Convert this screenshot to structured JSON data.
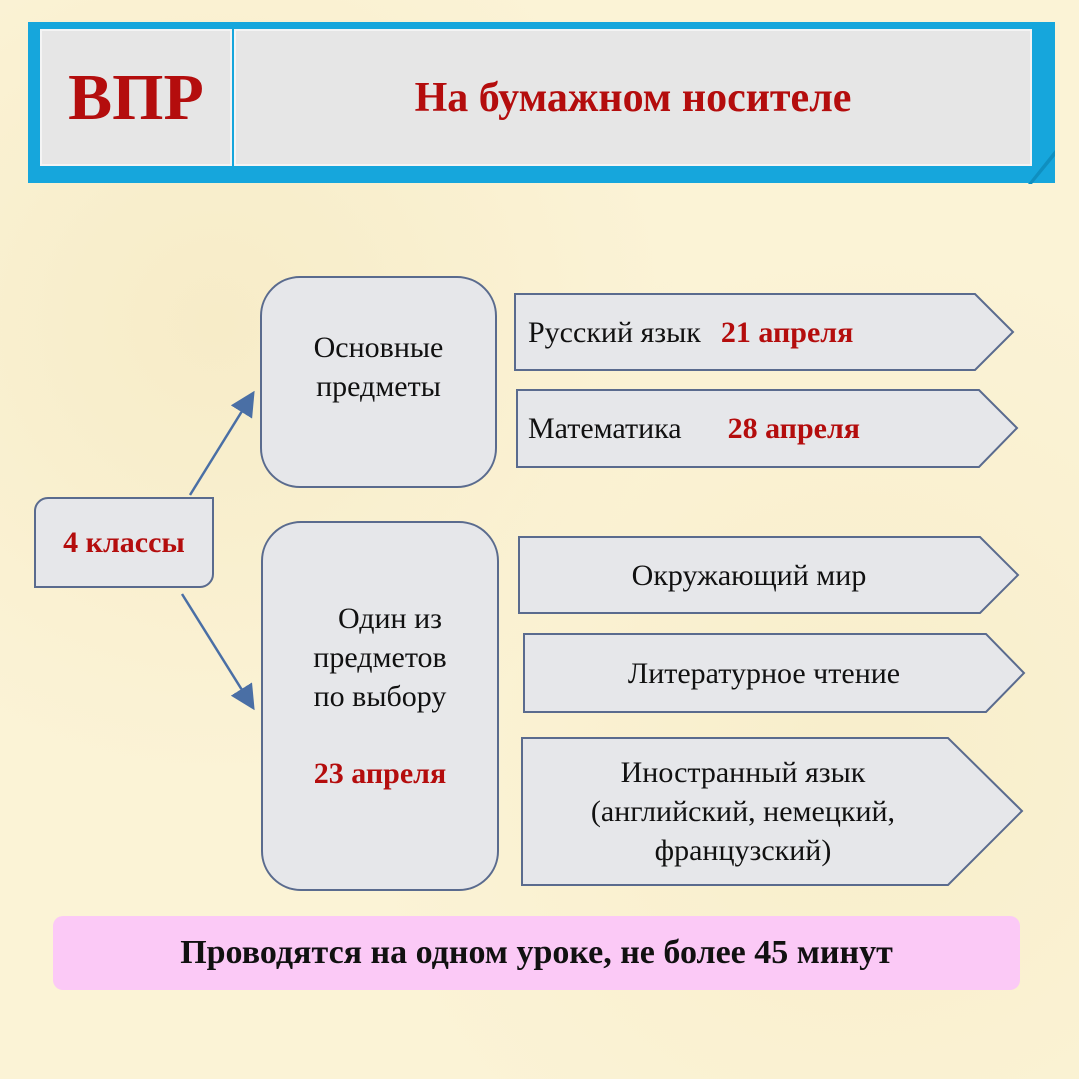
{
  "header": {
    "abbr": "ВПР",
    "title": "На бумажном носителе"
  },
  "grade": {
    "label": "4 классы"
  },
  "groups": [
    {
      "label_lines": [
        "Основные",
        "предметы"
      ]
    },
    {
      "label_lines": [
        "Один из",
        "предметов",
        "по выбору"
      ],
      "date": "23 апреля"
    }
  ],
  "subjects": [
    {
      "name": "Русский язык",
      "date": "21 апреля"
    },
    {
      "name": "Математика",
      "date": "28 апреля"
    },
    {
      "name": "Окружающий мир"
    },
    {
      "name": "Литературное чтение"
    },
    {
      "name_lines": [
        "Иностранный язык",
        "(английский, немецкий,",
        "французский)"
      ]
    }
  ],
  "footer": {
    "text": "Проводятся на одном уроке, не более 45 минут"
  },
  "colors": {
    "accent_red": "#b40d0d",
    "header_blue": "#16a6dc",
    "box_border": "#5a6b8e",
    "footer_pink": "#fbc9f6"
  }
}
